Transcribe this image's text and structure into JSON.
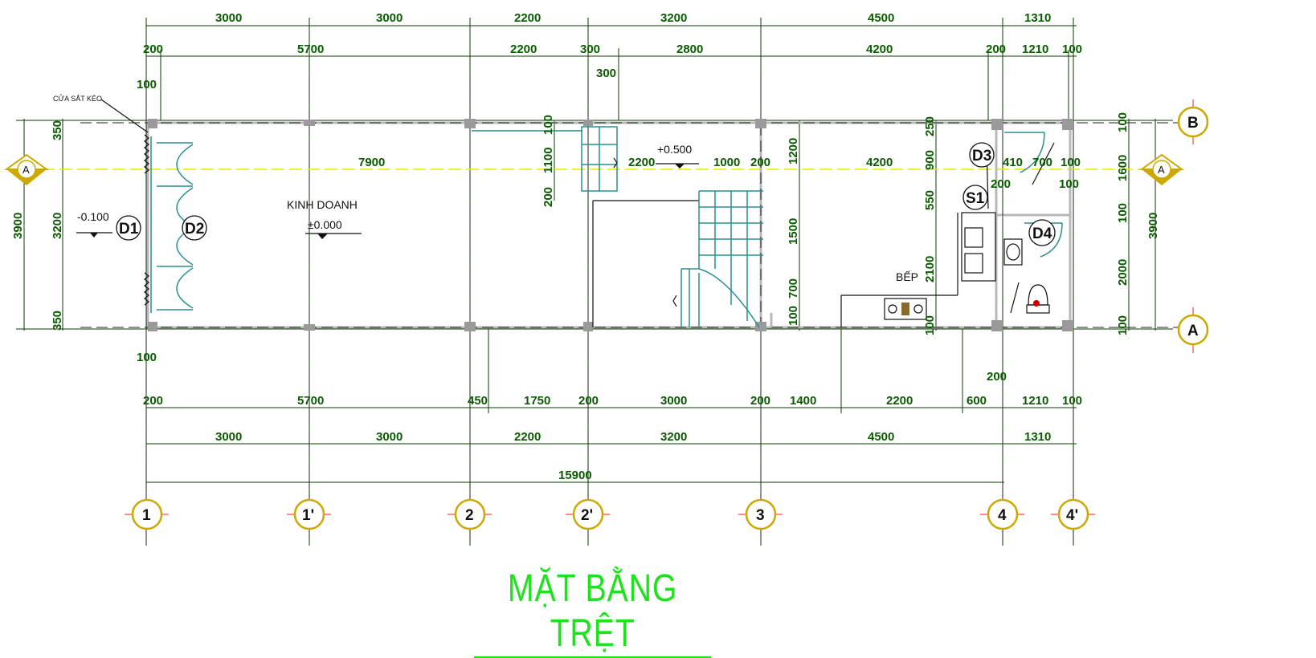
{
  "title": "MẶT BẰNG TRỆT",
  "room_labels": {
    "kinh_doanh": "KINH DOANH",
    "bep": "BẾP",
    "cua_sat_keo": "CỬA SẮT KÉO"
  },
  "levels": {
    "main": "±0.000",
    "entry": "-0.100",
    "stair": "+0.500"
  },
  "doors": [
    "D1",
    "D2",
    "D3",
    "D4",
    "S1"
  ],
  "grid_axes": {
    "columns": [
      "1",
      "1'",
      "2",
      "2'",
      "3",
      "4",
      "4'"
    ],
    "rows": [
      "A",
      "B"
    ],
    "section": "A"
  },
  "dimensions": {
    "top_outer": [
      "3000",
      "3000",
      "2200",
      "3200",
      "4500",
      "1310"
    ],
    "top_inner": [
      "200",
      "5700",
      "2200",
      "300",
      "2800",
      "4200",
      "200",
      "1210",
      "100"
    ],
    "top_extra": [
      "300",
      "100"
    ],
    "bottom_inner": [
      "200",
      "5700",
      "450",
      "1750",
      "200",
      "3000",
      "200",
      "1400",
      "2200",
      "600",
      "1210",
      "100"
    ],
    "bottom_outer": [
      "3000",
      "3000",
      "2200",
      "3200",
      "4500",
      "1310"
    ],
    "bottom_total": "15900",
    "bottom_extra": [
      "100",
      "200"
    ],
    "left_outer": "3900",
    "left_inner": [
      "350",
      "3200",
      "350"
    ],
    "right_outer": "3900",
    "right_inner": [
      "100",
      "1600",
      "100",
      "2000",
      "100"
    ],
    "interior_horizontal": [
      "7900",
      "2200",
      "1000",
      "200",
      "4200",
      "410",
      "700",
      "100",
      "200",
      "100"
    ],
    "stair_vertical": [
      "100",
      "1100",
      "200"
    ],
    "mid_vertical": [
      "1200",
      "1500",
      "700",
      "100"
    ],
    "kitchen_vertical": [
      "250",
      "900",
      "550",
      "2100",
      "100"
    ]
  }
}
